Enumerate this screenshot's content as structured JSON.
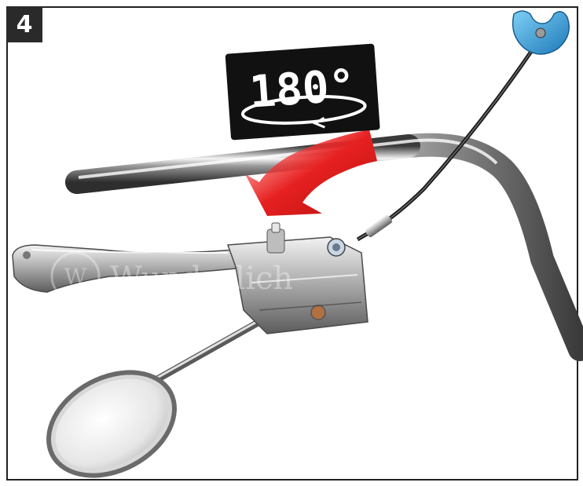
{
  "step": {
    "number": "4"
  },
  "rotation": {
    "label": "180°"
  },
  "watermark": {
    "text": "Wunderlich"
  },
  "colors": {
    "badge_bg": "#2a2a2a",
    "arrow_red": "#e02020",
    "chrome_dark": "#5a5a5a",
    "chrome_light": "#e8e8e8",
    "ring_blue": "#3aa0d8"
  }
}
